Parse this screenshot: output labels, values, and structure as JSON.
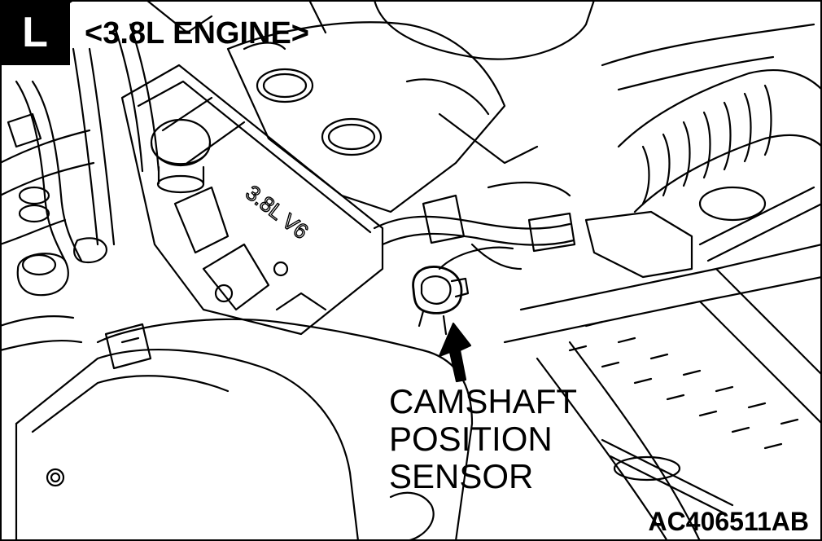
{
  "figure": {
    "section_letter": "L",
    "engine_label": "<3.8L ENGINE>",
    "callout_lines": [
      "CAMSHAFT",
      "POSITION",
      "SENSOR"
    ],
    "figure_code": "AC406511AB",
    "cast_marking": "3.8L V6",
    "line_color": "#000000",
    "background_color": "#ffffff"
  }
}
